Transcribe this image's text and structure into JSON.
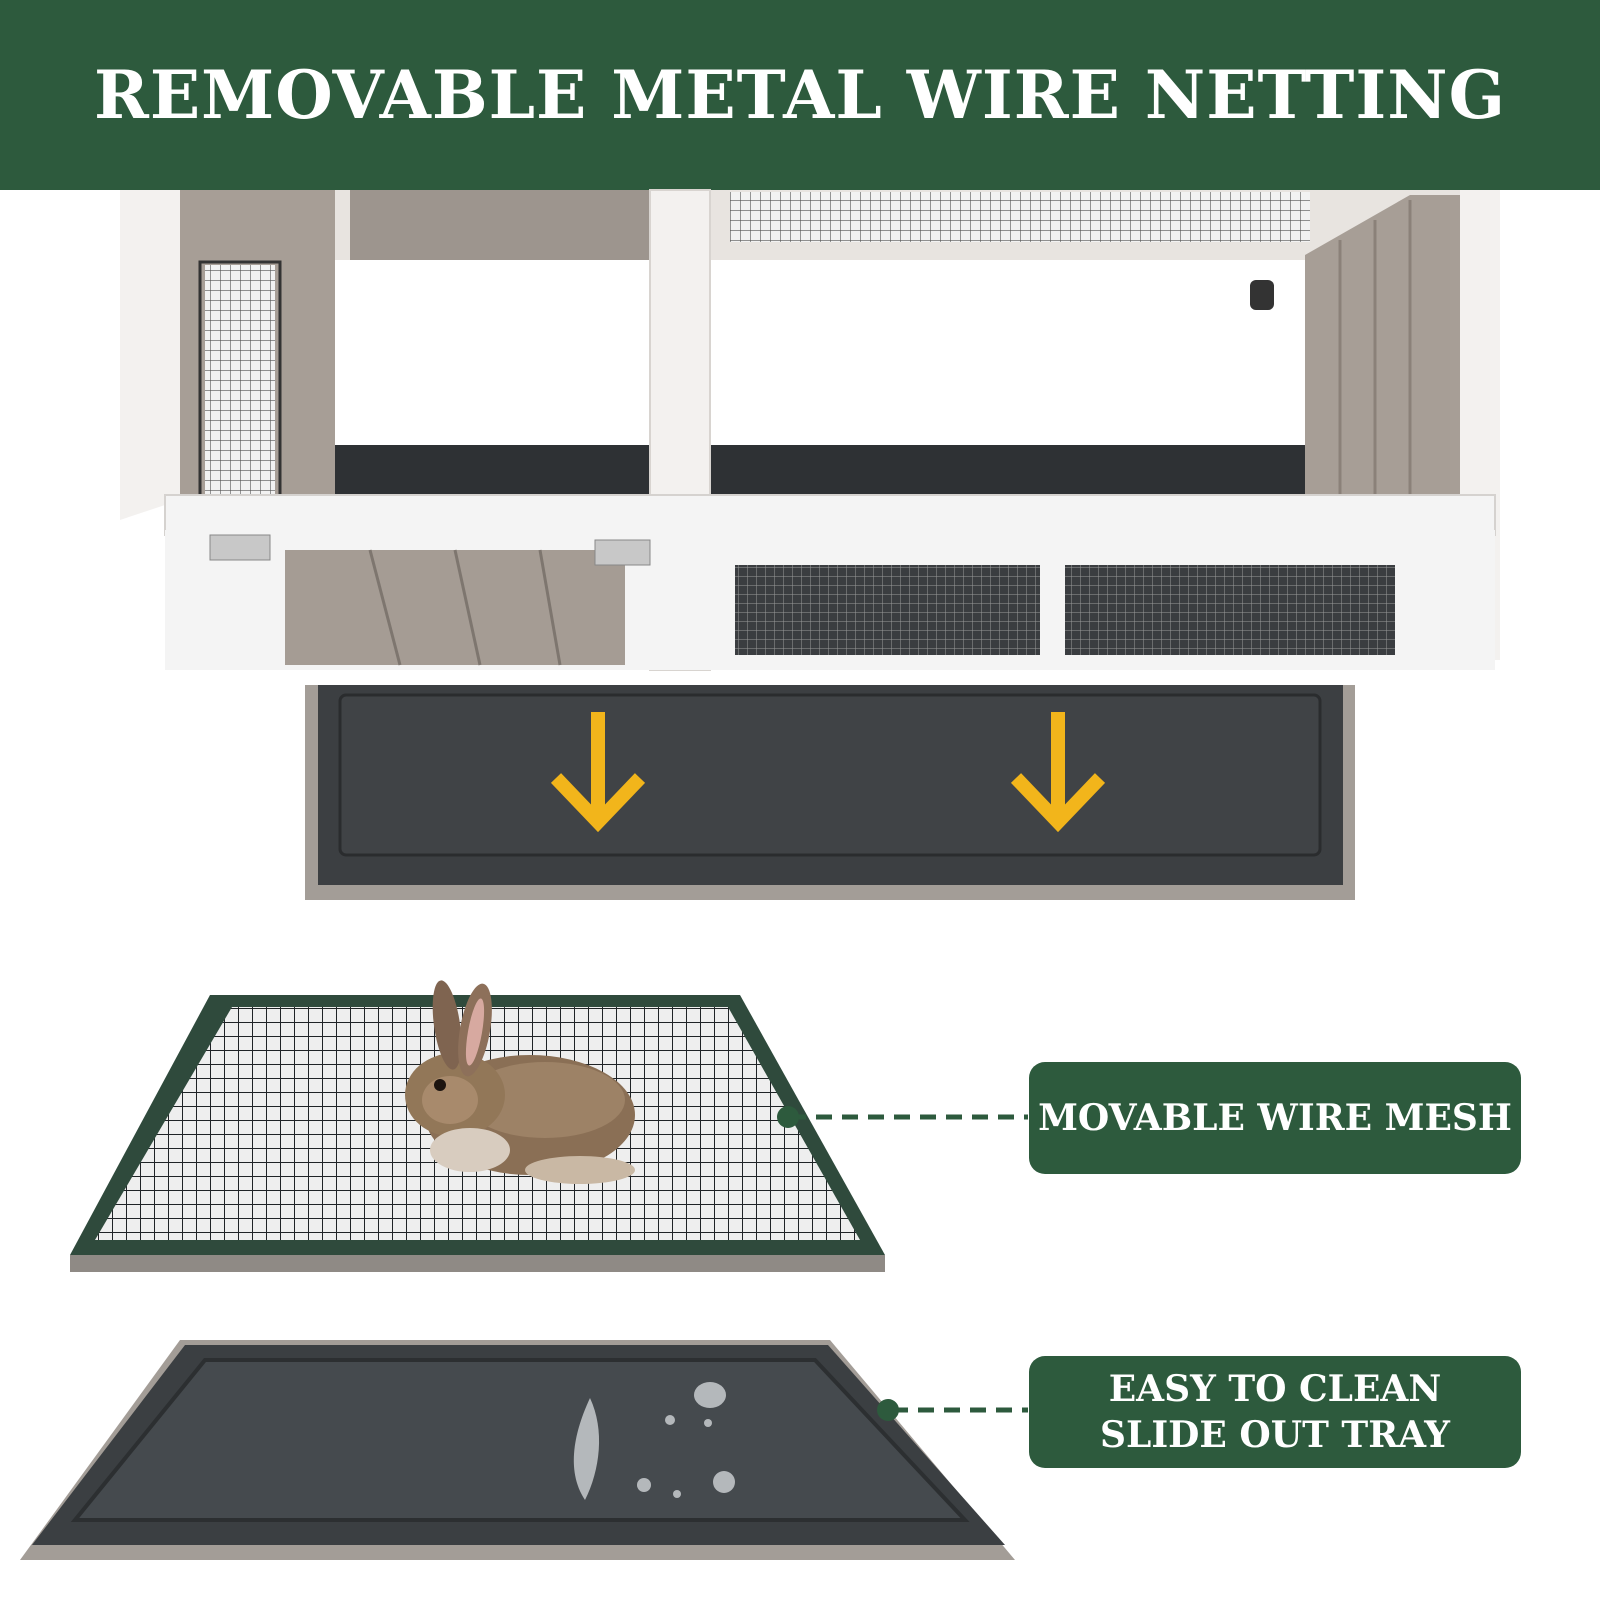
{
  "header": {
    "title": "REMOVABLE METAL WIRE NETTING"
  },
  "callouts": {
    "mesh": {
      "label": "MOVABLE WIRE MESH"
    },
    "tray": {
      "line1": "EASY TO CLEAN",
      "line2": "SLIDE OUT TRAY"
    }
  },
  "colors": {
    "brand_green": "#2d5a3d",
    "arrow_yellow": "#f2b51b",
    "tray_dark": "#3c3f42",
    "wood_grey": "#a09891",
    "frame_white": "#f4f4f4"
  },
  "icons": [
    "down-arrow-icon",
    "down-arrow-icon",
    "callout-dot-icon",
    "callout-dot-icon"
  ]
}
